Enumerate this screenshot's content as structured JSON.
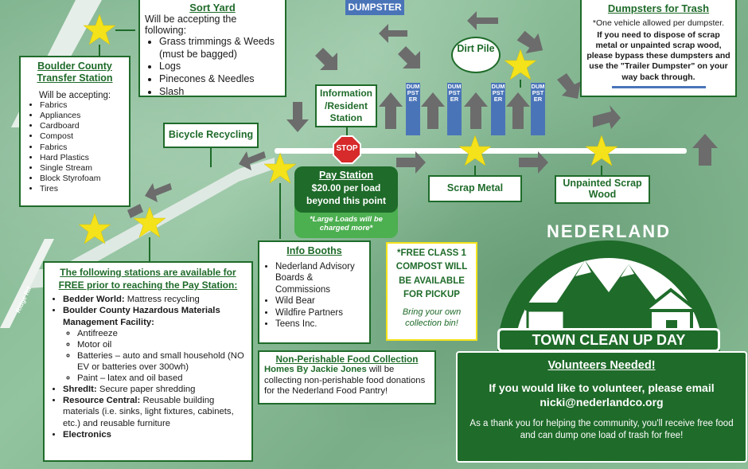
{
  "sort_yard": {
    "title": "Sort Yard",
    "intro": "Will be accepting the following:",
    "items": [
      "Grass trimmings & Weeds (must be bagged)",
      "Logs",
      "Pinecones & Needles",
      "Slash"
    ]
  },
  "transfer_station": {
    "title": "Boulder County Transfer Station",
    "intro": "Will be accepting:",
    "items": [
      "Fabrics",
      "Appliances",
      "Cardboard",
      "Compost",
      "Fabrics",
      "Hard Plastics",
      "Single Stream",
      "Block Styrofoam",
      "Tires"
    ]
  },
  "dumpster_label": "DUMPSTER",
  "dumpster_vertical": "DUMPSTER",
  "dirt_pile": "Dirt Pile",
  "information_station": "Information /Resident Station",
  "bicycle_recycling": "Bicycle Recycling",
  "stop": "STOP",
  "pay_station": {
    "title": "Pay Station",
    "price": "$20.00 per load beyond this point",
    "note": "*Large Loads will be charged more*"
  },
  "scrap_metal": "Scrap Metal",
  "unpainted_scrap_wood": "Unpainted Scrap Wood",
  "dumpsters_for_trash": {
    "title": "Dumpsters for Trash",
    "line1": "*One vehicle allowed per dumpster.",
    "line2": "If you need to dispose of scrap metal or unpainted scrap wood, please bypass these dumpsters and use the \"Trailer Dumpster\" on your way back through."
  },
  "road_label": "Ridge Rd",
  "free_stations": {
    "title": "The following stations are available for FREE prior to reaching the Pay Station:",
    "items": [
      {
        "bold": "Bedder World:",
        "text": " Mattress recycling"
      },
      {
        "bold": "Boulder County Hazardous Materials Management Facility:",
        "text": ""
      },
      {
        "bold": "ShredIt:",
        "text": " Secure paper shredding"
      },
      {
        "bold": "Resource Central:",
        "text": " Reusable building materials (i.e. sinks, light fixtures, cabinets, etc.) and reusable furniture"
      },
      {
        "bold": "Electronics",
        "text": ""
      }
    ],
    "hazard_items": [
      "Antifreeze",
      "Motor oil",
      "Batteries – auto and small household (NO EV or batteries over 300wh)",
      "Paint – latex and oil based"
    ]
  },
  "info_booths": {
    "title": "Info Booths",
    "items": [
      "Nederland Advisory Boards & Commissions",
      "Wild Bear",
      "Wildfire Partners",
      "Teens Inc."
    ]
  },
  "compost": {
    "line1": "*FREE CLASS 1 COMPOST WILL BE AVAILABLE FOR PICKUP",
    "line2": "Bring your own collection bin!"
  },
  "food": {
    "title": "Non-Perishable Food Collection",
    "bold": "Homes By Jackie Jones",
    "text": " will be collecting non-perishable food donations for the Nederland Food Pantry!"
  },
  "logo": {
    "top": "NEDERLAND",
    "bottom": "TOWN CLEAN UP DAY"
  },
  "volunteer": {
    "title": "Volunteers Needed!",
    "line1": "If you would like to volunteer, please email",
    "email": "nicki@nederlandco.org",
    "thanks": "As a thank you for helping the community, you'll receive free food and can dump one load of trash for free!"
  },
  "colors": {
    "green": "#1f6b2a",
    "star": "#f4e21a",
    "arrow": "#6c6c6c",
    "dumpster": "#4a74b8"
  }
}
